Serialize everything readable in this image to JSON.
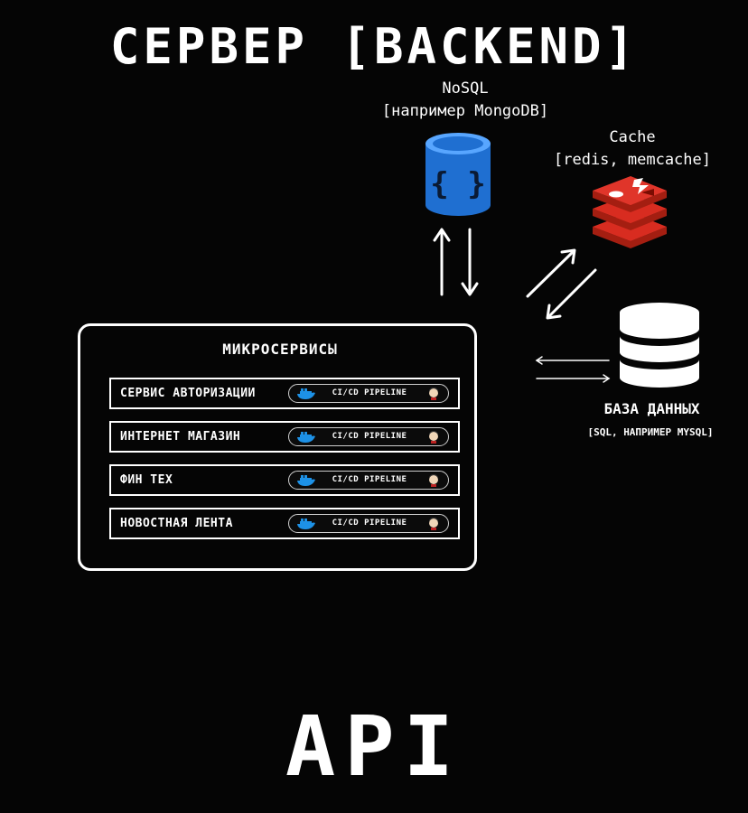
{
  "title": "СЕРВЕР [BACKEND]",
  "nosql": {
    "name": "NoSQL",
    "subtitle": "[например MongoDB]",
    "icon": "json-database-icon"
  },
  "cache": {
    "name": "Cache",
    "subtitle": "[redis, memcache]",
    "icon": "redis-icon"
  },
  "database": {
    "name": "БАЗА ДАННЫХ",
    "subtitle": "[SQL, НАПРИМЕР MYSQL]",
    "icon": "database-stack-icon"
  },
  "microservices": {
    "title": "МИКРОСЕРВИСЫ",
    "pipeline_label": "CI/CD PIPELINE",
    "items": [
      {
        "label": "СЕРВИС АВТОРИЗАЦИИ"
      },
      {
        "label": "ИНТЕРНЕТ МАГАЗИН"
      },
      {
        "label": "ФИН ТЕХ"
      },
      {
        "label": "НОВОСТНАЯ ЛЕНТА"
      }
    ]
  },
  "footer": "API",
  "colors": {
    "background": "#050505",
    "mongo_blue": "#1f6fd1",
    "redis_red": "#d82c20",
    "pipeline_blue": "#1d91e6"
  }
}
